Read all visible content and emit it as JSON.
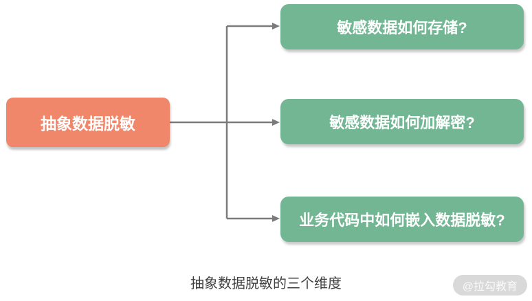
{
  "diagram": {
    "root": {
      "label": "抽象数据脱敏"
    },
    "branches": [
      {
        "label": "敏感数据如何存储?"
      },
      {
        "label": "敏感数据如何加解密?"
      },
      {
        "label": "业务代码中如何嵌入数据脱敏?"
      }
    ],
    "caption": "抽象数据脱敏的三个维度"
  },
  "watermark": {
    "label": "@拉勾教育"
  },
  "colors": {
    "root-bg": "#F0876A",
    "branch-bg": "#72B693",
    "node-text": "#FFFFFF",
    "connector": "#7B7B7B",
    "caption-text": "#404040",
    "watermark-bg": "#D9D9D9",
    "watermark-text": "#FAFAFA"
  }
}
